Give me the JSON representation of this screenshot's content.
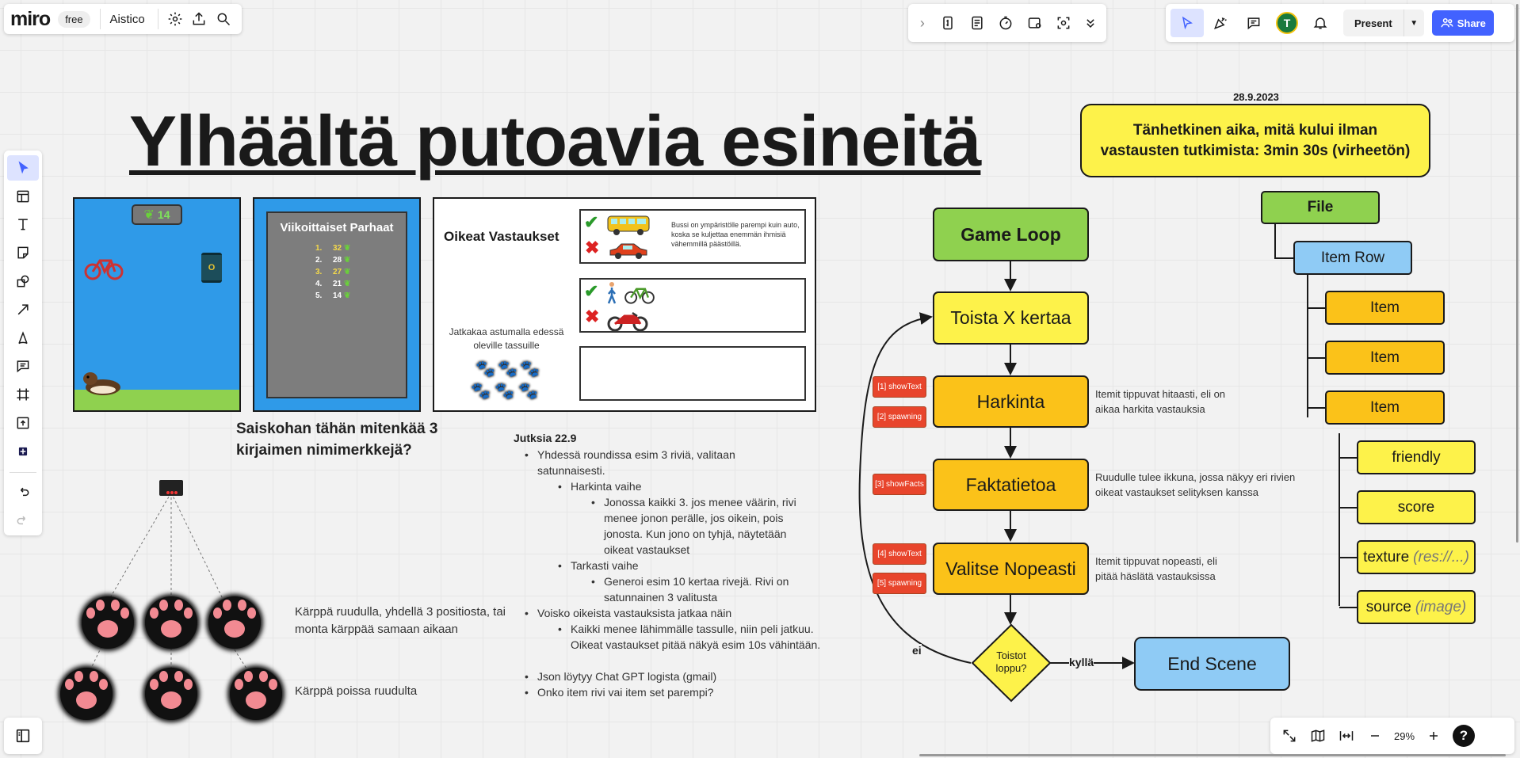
{
  "app": {
    "logo": "miro",
    "plan": "free",
    "board_name": "Aistico"
  },
  "topbar_right": {
    "present_label": "Present",
    "share_label": "Share",
    "avatar_initial": "T"
  },
  "zoom": {
    "level": "29%"
  },
  "board": {
    "title": "Ylhäältä putoavia esineitä",
    "date": "28.9.2023",
    "time_note": "Tänhetkinen aika, mitä kului ilman vastausten tutkimista: 3min 30s (virheetön)",
    "game_score": "14",
    "leaderboard": {
      "title": "Viikoittaiset Parhaat",
      "rows": [
        {
          "rank": "1.",
          "score": "32"
        },
        {
          "rank": "2.",
          "score": "28"
        },
        {
          "rank": "3.",
          "score": "27"
        },
        {
          "rank": "4.",
          "score": "21"
        },
        {
          "rank": "5.",
          "score": "14"
        }
      ]
    },
    "answers": {
      "title": "Oikeat Vastaukset",
      "explanation": "Bussi on ympäristölle parempi kuin auto, koska se kuljettaa enemmän ihmisiä vähemmillä päästöillä.",
      "continue_text": "Jatkakaa astumalla edessä oleville tassuille"
    },
    "nickname_question": "Saiskohan tähän mitenkää 3 kirjaimen nimimerkkejä?",
    "paw_note_1": "Kärppä ruudulla, yhdellä 3 positiosta, tai monta kärppää samaan aikaan",
    "paw_note_2": "Kärppä poissa ruudulta",
    "notes": {
      "heading": "Jutksia 22.9",
      "l1": "Yhdessä roundissa esim 3 riviä, valitaan satunnaisesti.",
      "l2": "Harkinta vaihe",
      "l3": "Jonossa kaikki 3. jos menee väärin, rivi menee jonon perälle, jos oikein, pois jonosta. Kun jono on tyhjä, näytetään oikeat vastaukset",
      "l4": "Tarkasti vaihe",
      "l5": "Generoi esim 10 kertaa rivejä. Rivi on satunnainen 3 valitusta",
      "l6": "Voisko oikeista vastauksista jatkaa näin",
      "l7": "Kaikki menee lähimmälle tassulle, niin peli jatkuu. Oikeat vastaukset pitää näkyä esim 10s vähintään.",
      "l8": "Json löytyy Chat GPT logista (gmail)",
      "l9": "Onko item rivi vai item set parempi?"
    },
    "flow": {
      "game_loop": "Game Loop",
      "repeat": "Toista X kertaa",
      "consider": "Harkinta",
      "facts": "Faktatietoa",
      "choose_fast": "Valitse Nopeasti",
      "repeat_end": "Toistot loppu?",
      "end_scene": "End Scene",
      "yes": "kyllä",
      "no": "ei",
      "tag_show_text_1": "[1] showText",
      "tag_spawning_2": "[2] spawning",
      "tag_show_facts_3": "[3] showFacts",
      "tag_show_text_4": "[4] showText",
      "tag_spawning_5": "[5] spawning",
      "consider_desc": "Itemit tippuvat hitaasti, eli on aikaa harkita vastauksia",
      "facts_desc": "Ruudulle tulee ikkuna, jossa näkyy eri rivien oikeat vastaukset selityksen kanssa",
      "fast_desc": "Itemit tippuvat nopeasti, eli pitää häslätä vastauksissa"
    },
    "tree": {
      "file": "File",
      "item_row": "Item Row",
      "item1": "Item",
      "item2": "Item",
      "item3": "Item",
      "friendly": "friendly",
      "score": "score",
      "texture": "texture",
      "texture_hint": "(res://...)",
      "source": "source",
      "source_hint": "(image)"
    }
  },
  "colors": {
    "yellow": "#fdf24a",
    "amber": "#fbc219",
    "green": "#8fd14f",
    "blue": "#8fcbf5",
    "red": "#e8452c",
    "accent": "#4262ff"
  }
}
